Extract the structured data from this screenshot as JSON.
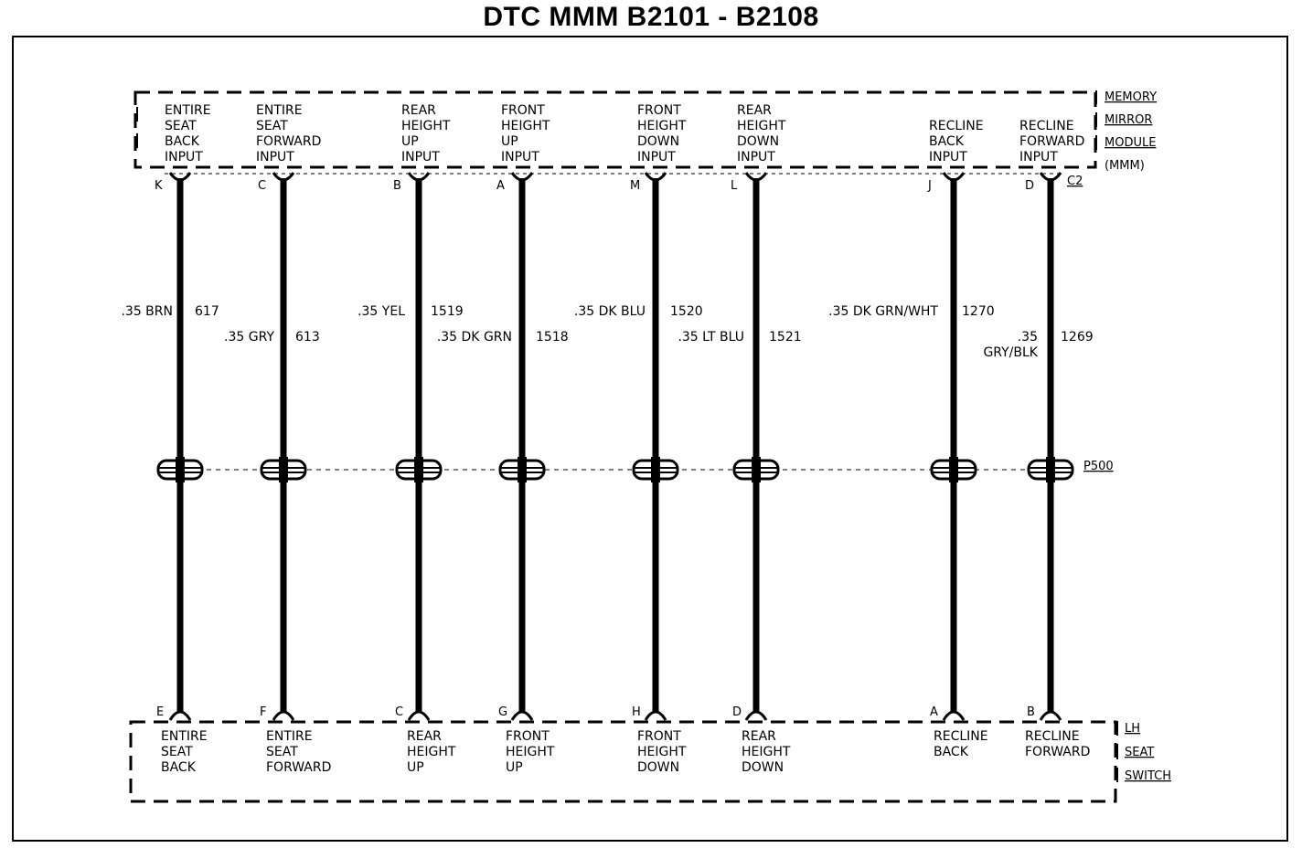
{
  "title": "DTC MMM B2101 - B2108",
  "module": {
    "lines": [
      "MEMORY",
      "MIRROR",
      "MODULE",
      "(MMM)"
    ],
    "connector": "C2"
  },
  "splice_connector": "P500",
  "switch": {
    "lines": [
      "LH",
      "SEAT",
      "SWITCH"
    ]
  },
  "circuits": [
    {
      "id": "c1",
      "top_label": [
        "ENTIRE",
        "SEAT",
        "BACK",
        "INPUT"
      ],
      "top_pin": "K",
      "wire_color": ".35 BRN",
      "wire_number": "617",
      "bottom_pin": "E",
      "bottom_label": [
        "ENTIRE",
        "SEAT",
        "BACK"
      ]
    },
    {
      "id": "c2",
      "top_label": [
        "ENTIRE",
        "SEAT",
        "FORWARD",
        "INPUT"
      ],
      "top_pin": "C",
      "wire_color": ".35 GRY",
      "wire_number": "613",
      "bottom_pin": "F",
      "bottom_label": [
        "ENTIRE",
        "SEAT",
        "FORWARD"
      ]
    },
    {
      "id": "c3",
      "top_label": [
        "REAR",
        "HEIGHT",
        "UP",
        "INPUT"
      ],
      "top_pin": "B",
      "wire_color": ".35 YEL",
      "wire_number": "1519",
      "bottom_pin": "C",
      "bottom_label": [
        "REAR",
        "HEIGHT",
        "UP"
      ]
    },
    {
      "id": "c4",
      "top_label": [
        "FRONT",
        "HEIGHT",
        "UP",
        "INPUT"
      ],
      "top_pin": "A",
      "wire_color": ".35 DK GRN",
      "wire_number": "1518",
      "bottom_pin": "G",
      "bottom_label": [
        "FRONT",
        "HEIGHT",
        "UP"
      ]
    },
    {
      "id": "c5",
      "top_label": [
        "FRONT",
        "HEIGHT",
        "DOWN",
        "INPUT"
      ],
      "top_pin": "M",
      "wire_color": ".35 DK BLU",
      "wire_number": "1520",
      "bottom_pin": "H",
      "bottom_label": [
        "FRONT",
        "HEIGHT",
        "DOWN"
      ]
    },
    {
      "id": "c6",
      "top_label": [
        "REAR",
        "HEIGHT",
        "DOWN",
        "INPUT"
      ],
      "top_pin": "L",
      "wire_color": ".35 LT BLU",
      "wire_number": "1521",
      "bottom_pin": "D",
      "bottom_label": [
        "REAR",
        "HEIGHT",
        "DOWN"
      ]
    },
    {
      "id": "c7",
      "top_label": [
        "RECLINE",
        "BACK",
        "INPUT"
      ],
      "top_pin": "J",
      "wire_color": ".35 DK GRN/WHT",
      "wire_number": "1270",
      "bottom_pin": "A",
      "bottom_label": [
        "RECLINE",
        "BACK"
      ]
    },
    {
      "id": "c8",
      "top_label": [
        "RECLINE",
        "FORWARD",
        "INPUT"
      ],
      "top_pin": "D",
      "wire_color": ".35 GRY/BLK",
      "wire_number": "1269",
      "bottom_pin": "B",
      "bottom_label": [
        "RECLINE",
        "FORWARD"
      ]
    }
  ]
}
